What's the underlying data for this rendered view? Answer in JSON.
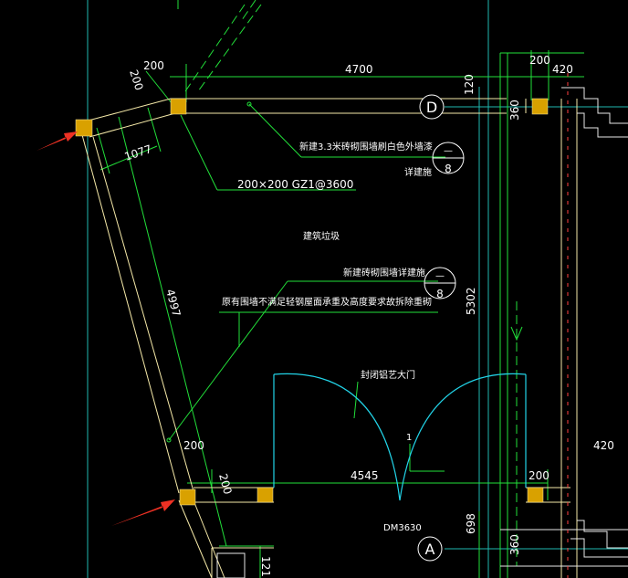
{
  "drawing": {
    "dimensions": {
      "d200_top_left": "200",
      "d200_diag_left": "200",
      "d4700": "4700",
      "d200_top_right": "200",
      "d420_top_right": "420",
      "d120": "120",
      "d360_top": "360",
      "d1077": "1077",
      "d4997": "4997",
      "d5302": "5302",
      "d200_lower_left": "200",
      "d200_lower_diag": "200",
      "d4545": "4545",
      "d200_lower_right": "200",
      "d420_right": "420",
      "d698": "698",
      "d360_bottom": "360",
      "d121": "121"
    },
    "annotations": {
      "column_spec": "200×200 GZ1@3600",
      "wall_note_top": "新建3.3米砖砌围墙刷白色外墙漆",
      "detail_ref_top": "详建施",
      "construction_waste": "建筑垃圾",
      "wall_note_mid": "新建砖砌围墙详建施",
      "existing_wall_note": "原有围墙不满足轻钢屋面承重及高度要求故拆除重砌",
      "gate_label": "封闭铝艺大门",
      "door_code": "DM3630",
      "gate_index": "1"
    },
    "callouts": {
      "top": {
        "numerator": "—",
        "denominator": "8"
      },
      "mid": {
        "numerator": "—",
        "denominator": "8"
      }
    },
    "axes": {
      "axis_d": "D",
      "axis_a": "A"
    },
    "colors": {
      "background": "#000000",
      "wall_line": "#f5e9a8",
      "dim_line": "#22e03a",
      "grid_line": "#1fb8b0",
      "door_arc": "#22d4e8",
      "column_fill": "#d9a100",
      "arrow": "#ee3124"
    }
  }
}
